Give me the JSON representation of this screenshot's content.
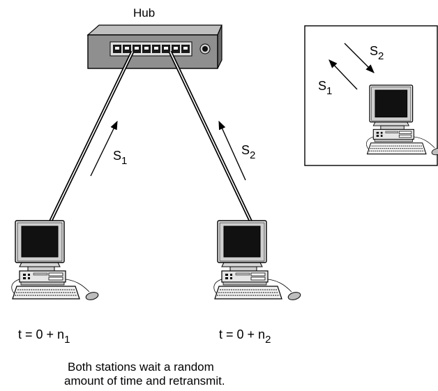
{
  "hub_label": "Hub",
  "arrow_left": {
    "symbol": "S",
    "sub": "1"
  },
  "arrow_right": {
    "symbol": "S",
    "sub": "2"
  },
  "station_left": {
    "time": "t = 0 + n",
    "sub": "1"
  },
  "station_right": {
    "time": "t = 0 + n",
    "sub": "2"
  },
  "inset": {
    "s1": {
      "symbol": "S",
      "sub": "1"
    },
    "s2": {
      "symbol": "S",
      "sub": "2"
    }
  },
  "caption": {
    "line1": "Both stations wait a random",
    "line2": "amount of time and retransmit."
  },
  "colors": {
    "stroke": "#000000",
    "screen": "#111111",
    "body_light": "#e4e4e4",
    "body_mid": "#bdbdbd",
    "hub_body": "#8f8f8f"
  }
}
